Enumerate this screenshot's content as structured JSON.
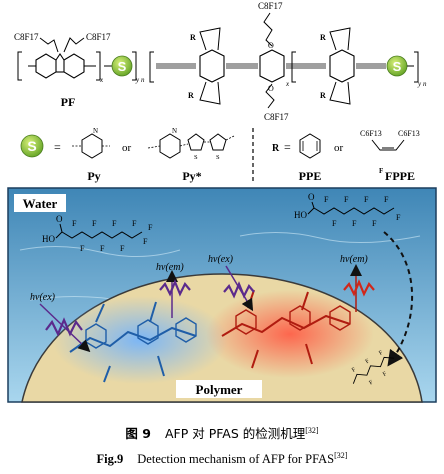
{
  "structures": {
    "pf": {
      "side_chain_1": "C8F17",
      "side_chain_2": "C8F17",
      "sub_x": "x",
      "sub_y": "y",
      "sub_n": "n",
      "s_label": "S",
      "name": "PF"
    },
    "ppe": {
      "side_chain_top": "C8F17",
      "side_chain_bottom": "C8F17",
      "r_label": "R",
      "sub_x": "x",
      "sub_y": "y",
      "sub_n": "n",
      "s_label": "S"
    }
  },
  "legend": {
    "s_label": "S",
    "equals": "=",
    "or_1": "or",
    "py_label": "Py",
    "py_star_label": "Py*",
    "r_label": "R",
    "equals_2": "=",
    "or_2": "or",
    "ppe_label": "PPE",
    "fppe_label": "FPPE",
    "fppe_sup": "F",
    "c6f13_left": "C6F13",
    "c6f13_right": "C6F13"
  },
  "scene": {
    "water_label": "Water",
    "polymer_label": "Polymer",
    "hv_ex_left": "hν(ex)",
    "hv_em_center": "hν(em)",
    "hv_ex_right": "hν(ex)",
    "hv_em_right": "hν(em)",
    "pfas_ho": "HO",
    "pfas_o": "O",
    "pfas_f": "F",
    "colors": {
      "water_top": "#3f86b6",
      "water_bottom": "#9fd0ea",
      "polymer_fill": "#e9d8a5",
      "blue_molecule": "#4a90d9",
      "red_molecule": "#e23a2a",
      "purple_wave": "#5b2a8c"
    }
  },
  "caption": {
    "cn_fig": "图 9",
    "cn_text": "AFP 对 PFAS 的检测机理",
    "cn_ref": "[32]",
    "en_fig": "Fig.9",
    "en_text": "Detection mechanism of AFP for PFAS",
    "en_ref": "[32]"
  }
}
